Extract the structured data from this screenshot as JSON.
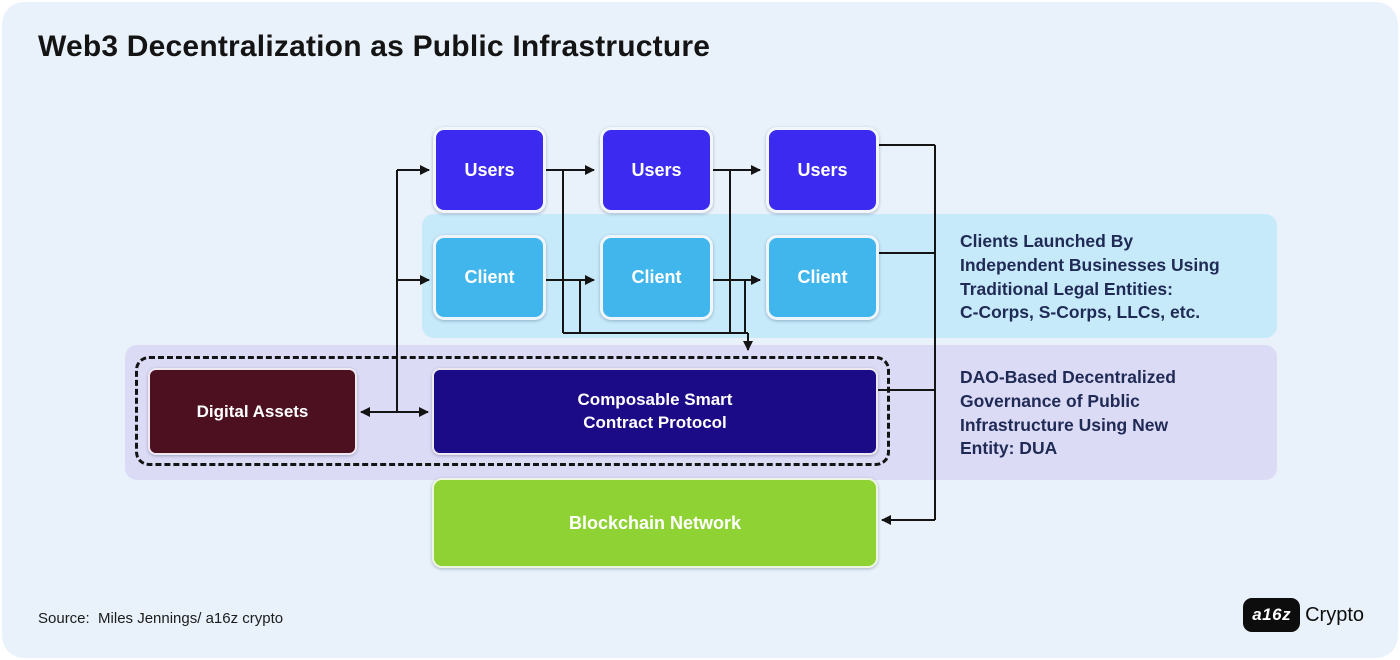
{
  "title": "Web3 Decentralization as Public Infrastructure",
  "boxes": {
    "users": [
      "Users",
      "Users",
      "Users"
    ],
    "clients": [
      "Client",
      "Client",
      "Client"
    ],
    "digital_assets": "Digital Assets",
    "protocol": "Composable Smart\nContract Protocol",
    "blockchain": "Blockchain Network"
  },
  "notes": {
    "clients": "Clients Launched By\nIndependent Businesses Using\nTraditional Legal Entities:\nC-Corps, S-Corps, LLCs, etc.",
    "dao": "DAO-Based Decentralized\nGovernance of Public\nInfrastructure Using New\nEntity: DUA"
  },
  "source": "Source:  Miles Jennings/ a16z crypto",
  "logo": {
    "badge": "a16z",
    "wordmark": "Crypto"
  },
  "colors": {
    "background": "#e9f2fa",
    "users_box": "#3c2af0",
    "client_box": "#40b6ec",
    "clients_band": "#c7eafa",
    "governance_band": "#dcdbf6",
    "digital_assets_box": "#4d1021",
    "protocol_box": "#1c0b86",
    "blockchain_box": "#8ed233",
    "note_text": "#1f2a55",
    "connector_line": "#141414"
  }
}
